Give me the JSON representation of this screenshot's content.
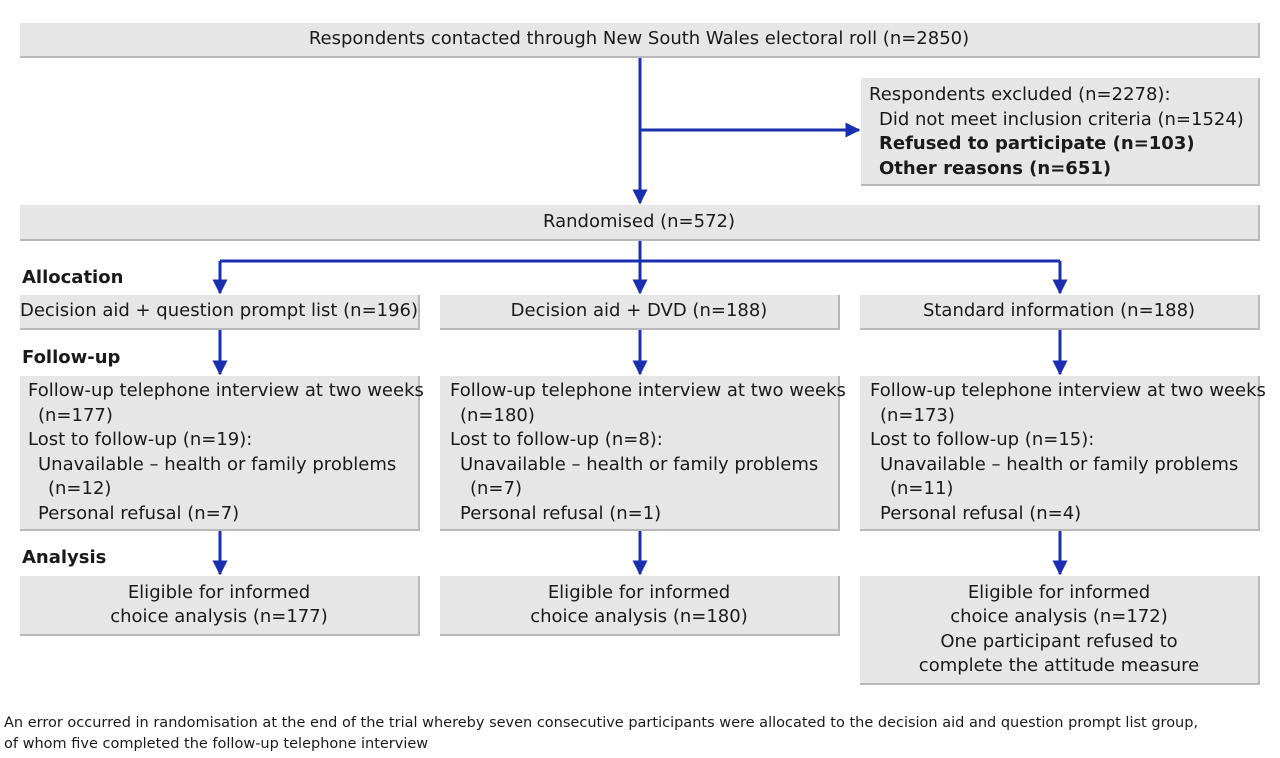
{
  "colors": {
    "arrow": "#1a2fb0",
    "box_fill": "#e6e6e6",
    "box_shadow": "#b8b8b8"
  },
  "top_box": {
    "text": "Respondents contacted through New South Wales electoral roll (n=2850)"
  },
  "excluded_box": {
    "lines": [
      "Respondents excluded (n=2278):",
      "Did not meet inclusion criteria (n=1524)",
      "Refused to participate (n=103)",
      "Other reasons (n=651)"
    ]
  },
  "randomised_box": {
    "text": "Randomised (n=572)"
  },
  "section_labels": {
    "allocation": "Allocation",
    "follow_up": "Follow-up",
    "analysis": "Analysis"
  },
  "arms": [
    {
      "allocation": "Decision aid + question prompt list (n=196)",
      "follow_up_lines": [
        "Follow-up telephone interview at two weeks",
        "(n=177)",
        "Lost to follow-up (n=19):",
        "Unavailable – health or family problems",
        "(n=12)",
        "Personal refusal (n=7)"
      ],
      "analysis_lines": [
        "Eligible for informed",
        "choice analysis (n=177)"
      ]
    },
    {
      "allocation": "Decision aid + DVD (n=188)",
      "follow_up_lines": [
        "Follow-up telephone interview at two weeks",
        "(n=180)",
        "Lost to follow-up (n=8):",
        "Unavailable – health or family problems",
        "(n=7)",
        "Personal refusal (n=1)"
      ],
      "analysis_lines": [
        "Eligible for informed",
        "choice analysis (n=180)"
      ]
    },
    {
      "allocation": "Standard information (n=188)",
      "follow_up_lines": [
        "Follow-up telephone interview at two weeks",
        "(n=173)",
        "Lost to follow-up (n=15):",
        "Unavailable – health or family problems",
        "(n=11)",
        "Personal refusal (n=4)"
      ],
      "analysis_lines": [
        "Eligible for informed",
        "choice analysis (n=172)",
        "One participant refused to",
        "complete the attitude measure"
      ]
    }
  ],
  "footnote": {
    "line1": "An error occurred in randomisation at the end of the trial whereby seven consecutive participants were allocated to the decision aid and question prompt list group,",
    "line2": "of whom five completed the follow-up telephone interview"
  }
}
